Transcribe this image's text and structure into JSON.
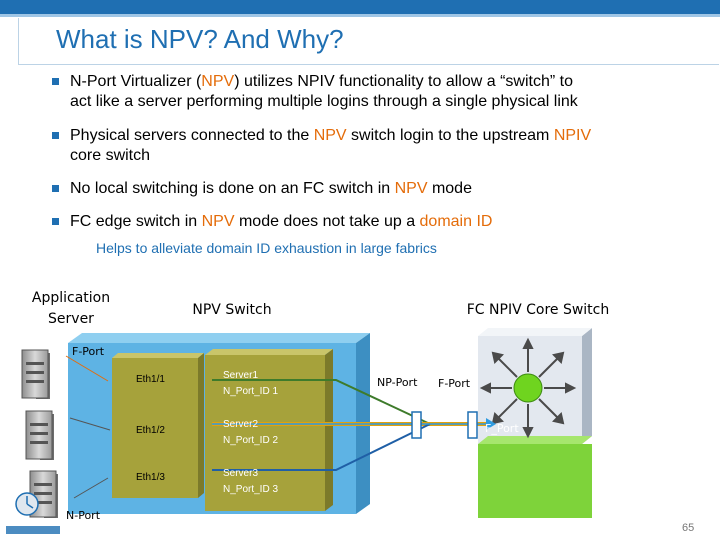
{
  "title": "What is NPV? And Why?",
  "bullets": [
    {
      "lines": [
        [
          "N-Port Virtualizer (",
          "NPV",
          ") utilizes NPIV functionality to allow a “switch” to"
        ],
        [
          "act like a server performing multiple logins through a single physical link"
        ]
      ]
    },
    {
      "lines": [
        [
          "Physical servers connected to the ",
          "NPV",
          " switch login to the upstream ",
          "NPIV"
        ],
        [
          "core switch"
        ]
      ]
    },
    {
      "lines": [
        [
          "No local switching is done on an FC switch in ",
          "NPV",
          " mode"
        ]
      ]
    },
    {
      "lines": [
        [
          "FC edge switch in ",
          "NPV",
          " mode does not take up a ",
          "domain ID"
        ]
      ]
    }
  ],
  "sub_bullet": "Helps to alleviate domain ID exhaustion in large fabrics",
  "diagram": {
    "app_server_label_1": "Application",
    "app_server_label_2": "Server",
    "npv_switch_label": "NPV Switch",
    "core_switch_label": "FC NPIV Core Switch",
    "f_port_top": "F-Port",
    "n_port_bottom": "N-Port",
    "np_port": "NP-Port",
    "f_port_core": "F-Port",
    "f_port_green": "F_Port",
    "ports": [
      "Eth1/1",
      "Eth1/2",
      "Eth1/3"
    ],
    "servers": [
      {
        "name": "Server1",
        "id": "N_Port_ID 1"
      },
      {
        "name": "Server2",
        "id": "N_Port_ID 2"
      },
      {
        "name": "Server3",
        "id": "N_Port_ID 3"
      }
    ]
  },
  "page_number": "65",
  "colors": {
    "accent": "#1f6fb2",
    "highlight": "#e46c0a",
    "npv_box": "#5eb3e4",
    "inner_box": "#a6a23b",
    "core_green": "#7ed33a"
  }
}
